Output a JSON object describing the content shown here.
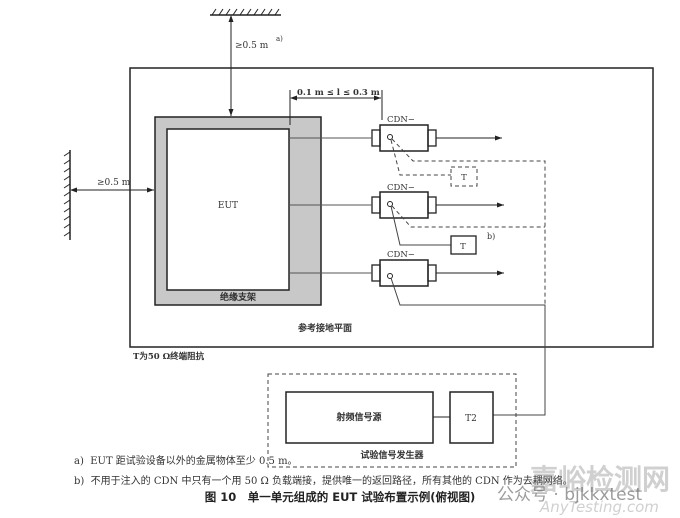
{
  "diagram": {
    "distance_top": "≥0.5 m",
    "distance_top_note": "a)",
    "distance_left": "≥0.5 m",
    "cable_length": "0.1 m ≤ l ≤ 0.3 m",
    "eut": "EUT",
    "support": "绝缘支架",
    "cdn_labels": [
      "CDN−",
      "CDN−",
      "CDN−"
    ],
    "terminator": "T",
    "note_b_marker": "b)",
    "ground_plane": "参考接地平面",
    "t_legend": "T为50 Ω终端阻抗",
    "rf_source": "射频信号源",
    "t2": "T2",
    "generator": "试验信号发生器"
  },
  "notes": [
    {
      "marker": "a)",
      "text": "EUT 距试验设备以外的金属物体至少 0.5 m。"
    },
    {
      "marker": "b)",
      "text": "不用于注入的 CDN 中只有一个用 50 Ω 负载端接，提供唯一的返回路径，所有其他的 CDN 作为去耦网络。"
    }
  ],
  "caption": "图 10　单一单元组成的 EUT 试验布置示例(俯视图)",
  "watermark": {
    "site": "嘉峪检测网",
    "account": "公众号 · bjkkxtest",
    "url": "AnyTesting.com"
  }
}
